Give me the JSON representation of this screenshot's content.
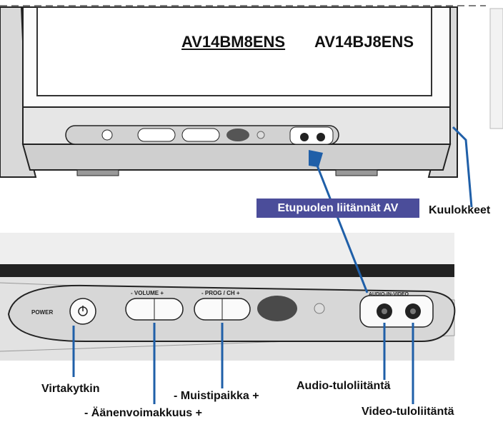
{
  "models": {
    "first": "AV14BM8ENS",
    "second": "AV14BJ8ENS"
  },
  "panel": {
    "power": "POWER",
    "volume": "-   VOLUME   +",
    "prog": "-   PROG / CH   +",
    "audio_in_video": "AUDIO-IN-VIDEO"
  },
  "labels": {
    "front_av": "Etupuolen liitännät AV",
    "headphones": "Kuulokkeet",
    "power_switch": "Virtakytkin",
    "volume": "- Äänenvoimakkuus +",
    "program": "- Muistipaikka +",
    "audio_in": "Audio-tuloliitäntä",
    "video_in": "Video-tuloliitäntä"
  },
  "colors": {
    "callout_line": "#1f5fa8",
    "tag_bg": "#4b4d9a"
  }
}
